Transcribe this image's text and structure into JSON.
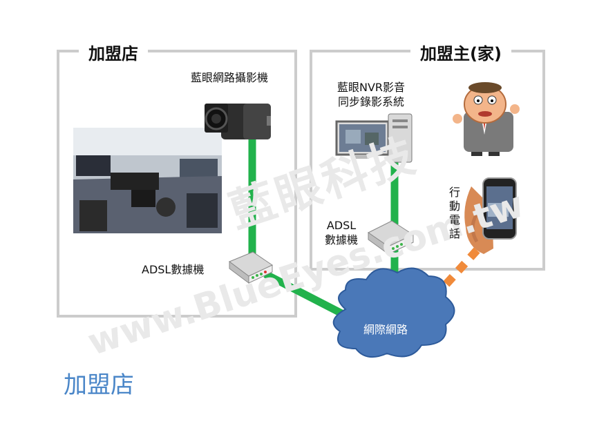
{
  "watermark": {
    "company": "藍眼科技",
    "url": "www.BlueEyes.com.tw"
  },
  "store_panel": {
    "title": "加盟店",
    "camera_label": "藍眼網路攝影機",
    "modem_label": "ADSL數據機"
  },
  "owner_panel": {
    "title": "加盟主(家)",
    "nvr_label_line1": "藍眼NVR影音",
    "nvr_label_line2": "同步錄影系統",
    "modem_label_line1": "ADSL",
    "modem_label_line2": "數據機",
    "mobile_label": "行動電話"
  },
  "network_label": "網際網路",
  "caption": "加盟店",
  "colors": {
    "frame": "#cccccc",
    "link": "#22b24c",
    "wireless": "#f08a3a",
    "cloud": "#4a78b8",
    "caption": "#4a86c8"
  }
}
